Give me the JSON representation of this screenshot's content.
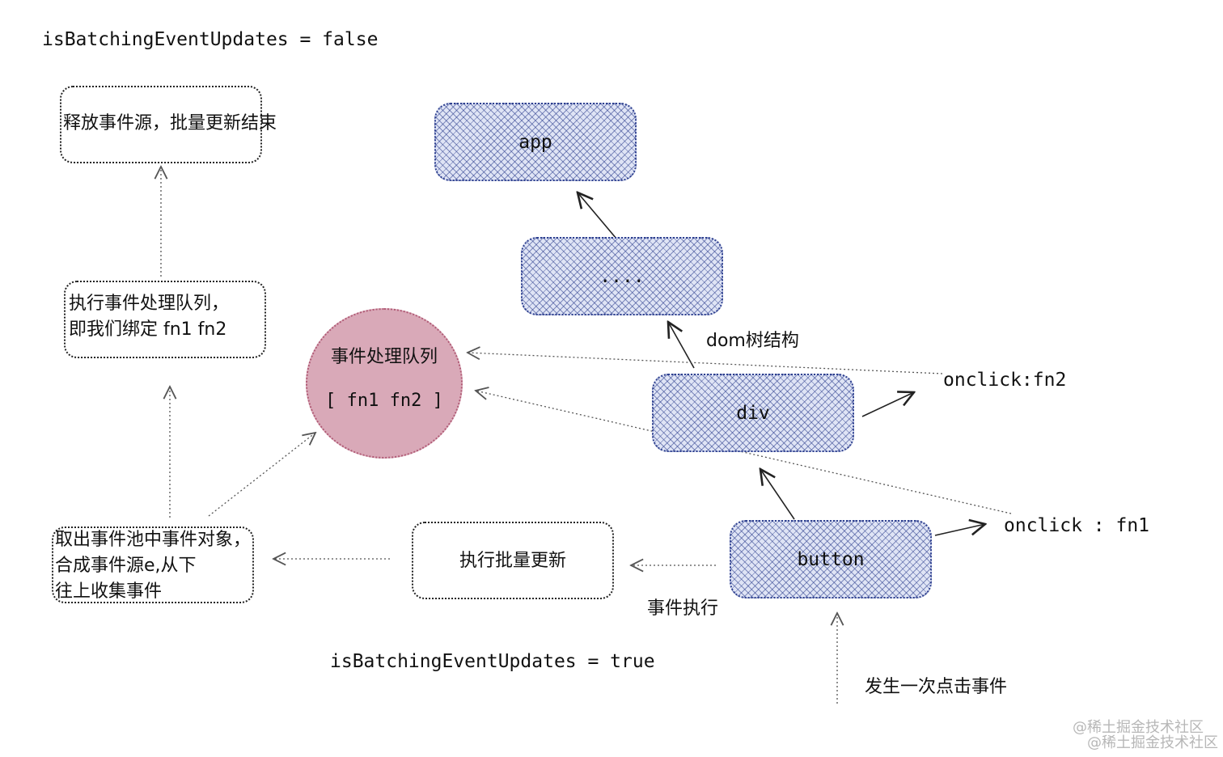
{
  "texts": {
    "batching_false": "isBatchingEventUpdates = false",
    "batching_true": "isBatchingEventUpdates = true",
    "release_box": "释放事件源，批量更新结束",
    "exec_queue_line1": "执行事件处理队列，",
    "exec_queue_line2": "即我们绑定 fn1 fn2",
    "collect_line1": "取出事件池中事件对象，",
    "collect_line2": "合成事件源e,从下",
    "collect_line3": "往上收集事件",
    "batch_update_box": "执行批量更新",
    "queue_title": "事件处理队列",
    "queue_items": "[ fn1 fn2 ]",
    "node_app": "app",
    "node_dots": "....",
    "node_div": "div",
    "node_button": "button",
    "dom_tree": "dom树结构",
    "onclick_fn2": "onclick:fn2",
    "onclick_fn1": "onclick : fn1",
    "event_exec": "事件执行",
    "click_happens": "发生一次点击事件",
    "watermark1": "@稀土掘金技术社区",
    "watermark2": "@稀土掘金技术社区"
  },
  "colors": {
    "node_hatch": "#2d3f8f",
    "queue_circle": "#d9a9b8",
    "line": "#222222"
  }
}
